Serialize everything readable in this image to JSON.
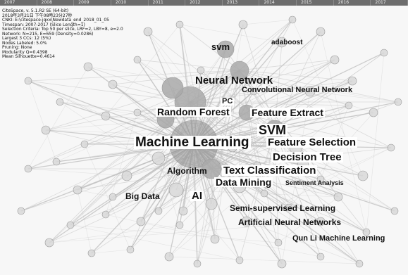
{
  "timeline": {
    "years": [
      "2007",
      "2008",
      "2009",
      "2010",
      "2011",
      "2012",
      "2013",
      "2014",
      "2015",
      "2016",
      "2017"
    ]
  },
  "meta": {
    "lines": [
      "CiteSpace, v. 5.1.R2 SE (64-bit)",
      "2018年3月21日 下午08時23分27秒",
      "CNKI: E:\\citespace-jqxx\\Newdata_end_2018_01_05",
      "Timespan: 2007-2017 (Slice Length=1)",
      "Selection Criteria: Top 50 per slice, LRF=2, LBY=8, e=2.0",
      "Network: N=215, E=659 (Density=0.0286)",
      "Largest 3 CCs: 12 (5%)",
      "Nodes Labeled: 5.0%",
      "Pruning: None",
      "Modularity Q=0.4398",
      "Mean Silhouette=0.4614"
    ]
  },
  "terms": {
    "svm_small": "svm",
    "adaboost": "adaboost",
    "neural_network": "Neural Network",
    "convolutional_neural_network": "Convolutional Neural Network",
    "pc": "PC",
    "random_forest": "Random Forest",
    "feature_extract": "Feature Extract",
    "svm_big": "SVM",
    "machine_learning": "Machine Learning",
    "feature_selection": "Feature Selection",
    "decision_tree": "Decision Tree",
    "algorithm": "Algorithm",
    "text_classification": "Text Classification",
    "data_mining": "Data Mining",
    "sentiment_analysis": "Sentiment Analysis",
    "big_data": "Big Data",
    "ai": "AI",
    "semi_supervised_learning": "Semi-supervised Learning",
    "artificial_neural_networks": "Artificial Neural Networks",
    "qun_li_machine_learning": "Qun Li Machine Learning"
  },
  "colors": {
    "background": "#f7f7f7",
    "timeline_bar": "#6d6d6d",
    "edge": "#bdbdbd",
    "node_light": "#d8d8d8",
    "node_mid": "#a9a9a9",
    "node_dark": "#8d8d8d",
    "label_text": "#111111"
  }
}
